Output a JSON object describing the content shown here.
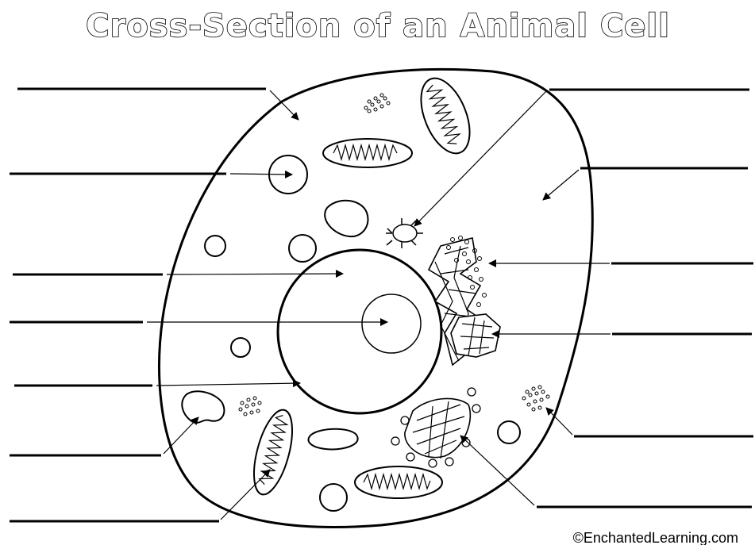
{
  "title": "Cross-Section of an Animal Cell",
  "copyright": "©EnchantedLearning.com",
  "label_blanks": [
    {
      "side": "left",
      "points_to": "cell-membrane"
    },
    {
      "side": "left",
      "points_to": "vacuole"
    },
    {
      "side": "left",
      "points_to": "nucleus"
    },
    {
      "side": "left",
      "points_to": "nucleolus"
    },
    {
      "side": "left",
      "points_to": "nuclear-membrane"
    },
    {
      "side": "left",
      "points_to": "lysosome"
    },
    {
      "side": "left",
      "points_to": "mitochondrion"
    },
    {
      "side": "right",
      "points_to": "centrosome"
    },
    {
      "side": "right",
      "points_to": "cytoplasm"
    },
    {
      "side": "right",
      "points_to": "rough-er"
    },
    {
      "side": "right",
      "points_to": "smooth-er"
    },
    {
      "side": "right",
      "points_to": "ribosomes"
    },
    {
      "side": "right",
      "points_to": "golgi-apparatus"
    }
  ]
}
